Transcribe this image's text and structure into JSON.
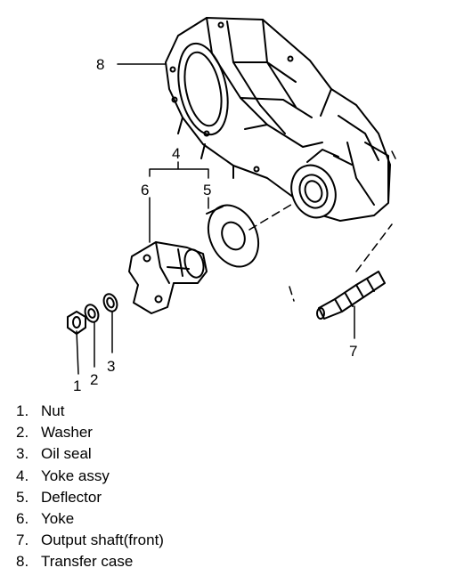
{
  "callouts": [
    "1",
    "2",
    "3",
    "4",
    "5",
    "6",
    "7",
    "8"
  ],
  "legend": [
    {
      "num": "1.",
      "label": "Nut"
    },
    {
      "num": "2.",
      "label": "Washer"
    },
    {
      "num": "3.",
      "label": "Oil seal"
    },
    {
      "num": "4.",
      "label": "Yoke assy"
    },
    {
      "num": "5.",
      "label": "Deflector"
    },
    {
      "num": "6.",
      "label": "Yoke"
    },
    {
      "num": "7.",
      "label": "Output shaft(front)"
    },
    {
      "num": "8.",
      "label": "Transfer case"
    }
  ]
}
